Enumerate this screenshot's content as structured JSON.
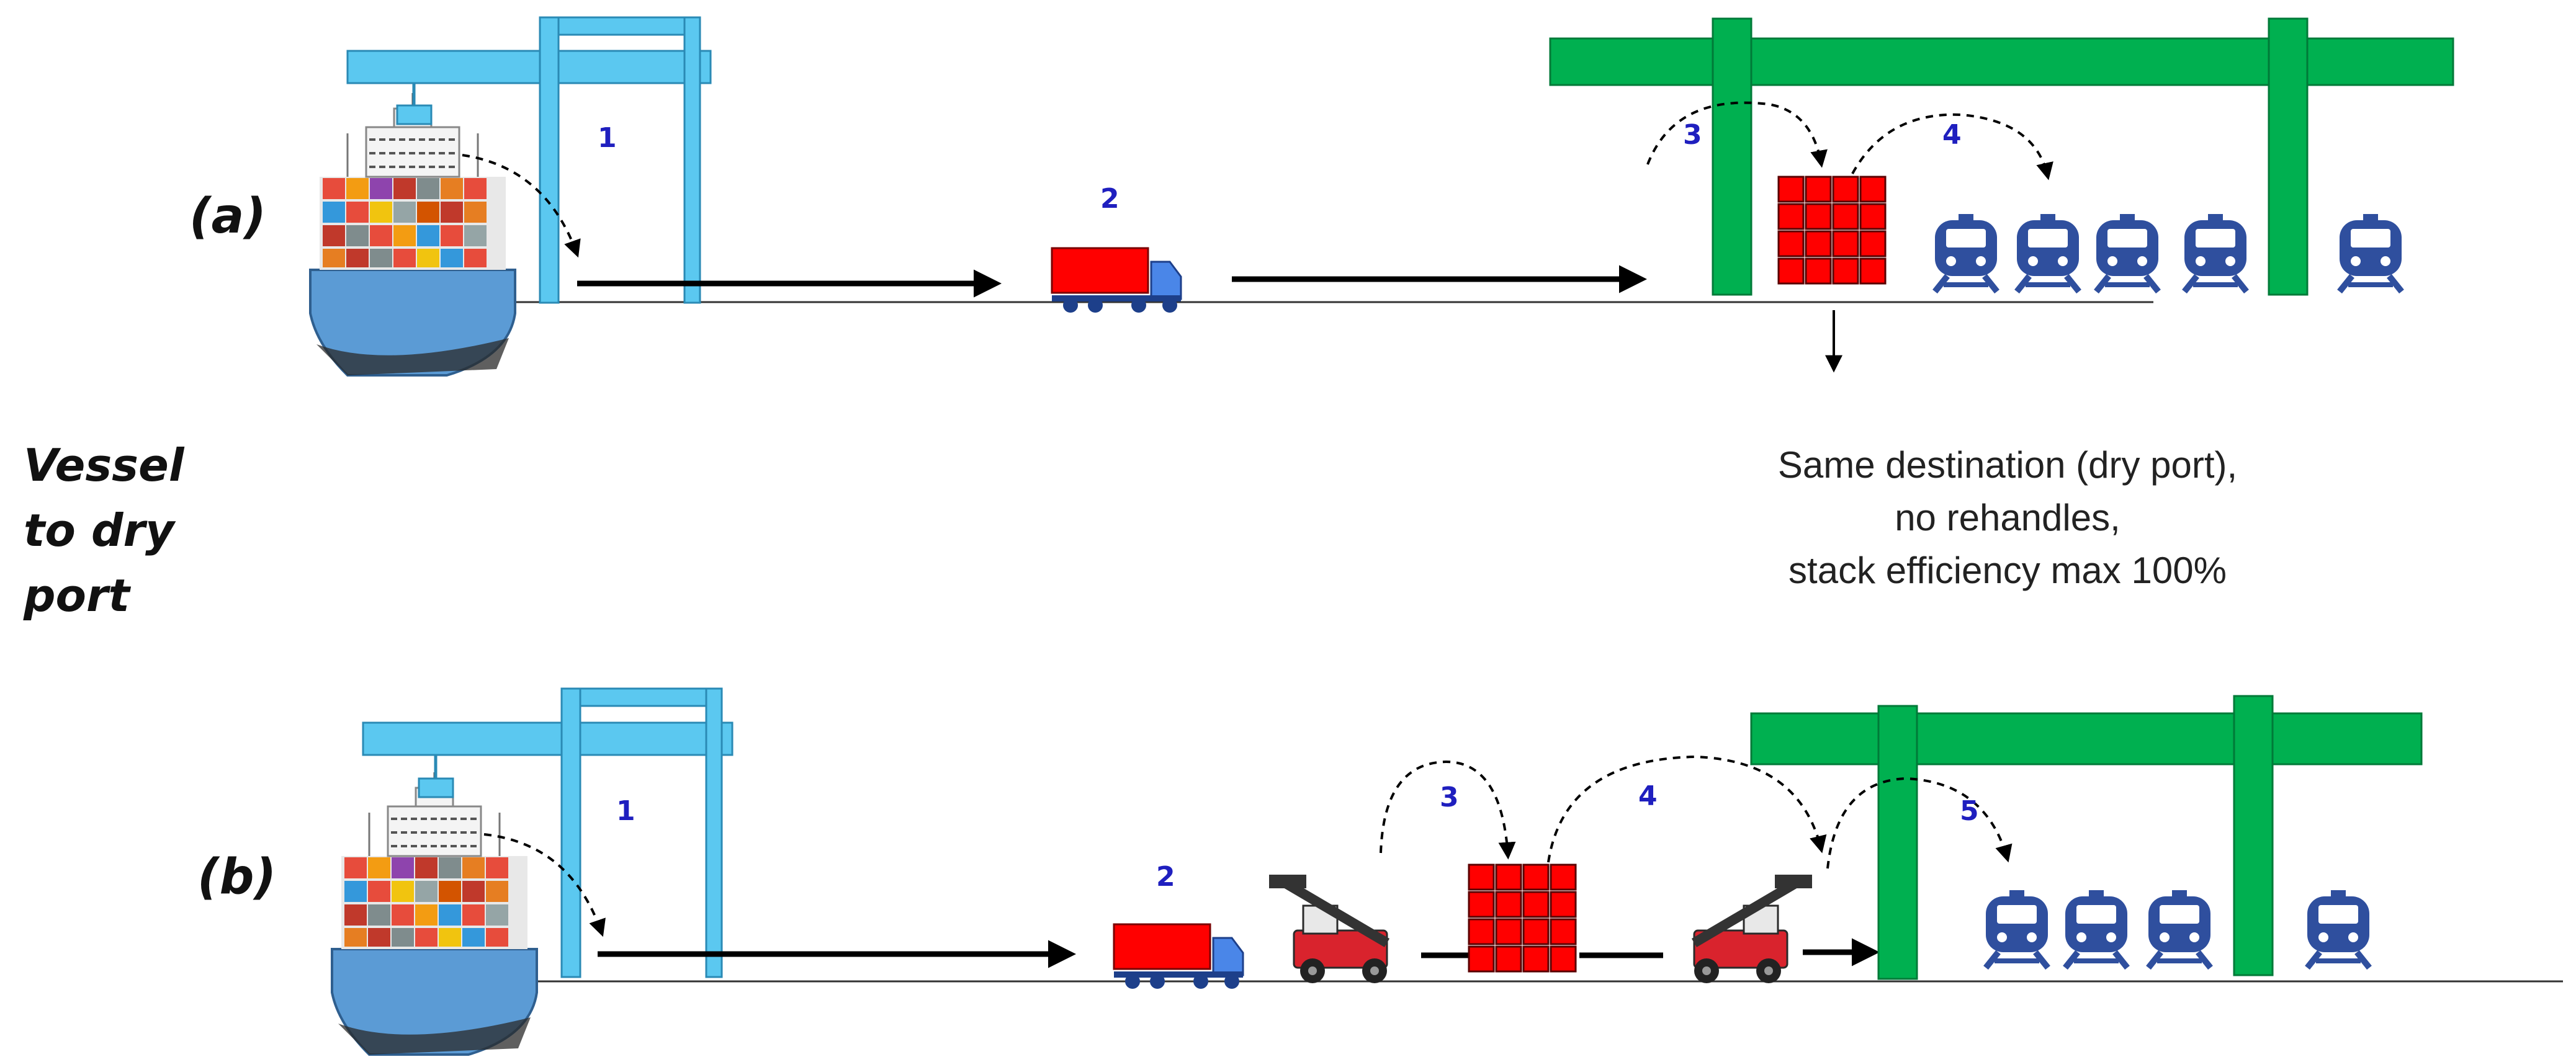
{
  "side_label": [
    "Vessel",
    "to dry",
    "port"
  ],
  "scenario_a": {
    "label": "(a)",
    "steps": [
      "1",
      "2",
      "3",
      "4"
    ]
  },
  "scenario_b": {
    "label": "(b)",
    "steps": [
      "1",
      "2",
      "3",
      "4",
      "5"
    ]
  },
  "note": [
    "Same destination (dry port),",
    "no rehandles,",
    "stack efficiency max 100%"
  ],
  "colors": {
    "quay_crane": "#5bc8f0",
    "gantry_crane": "#00b050",
    "container": "#ff0000",
    "truck_cab": "#4a86e8",
    "train": "#2f4f9e",
    "step_number": "#1f1fbf",
    "hull": "#5b9bd5"
  },
  "icons": [
    "vessel-icon",
    "quay-crane-icon",
    "truck-icon",
    "reach-stacker-icon",
    "container-stack-icon",
    "train-icon",
    "gantry-crane-icon"
  ]
}
